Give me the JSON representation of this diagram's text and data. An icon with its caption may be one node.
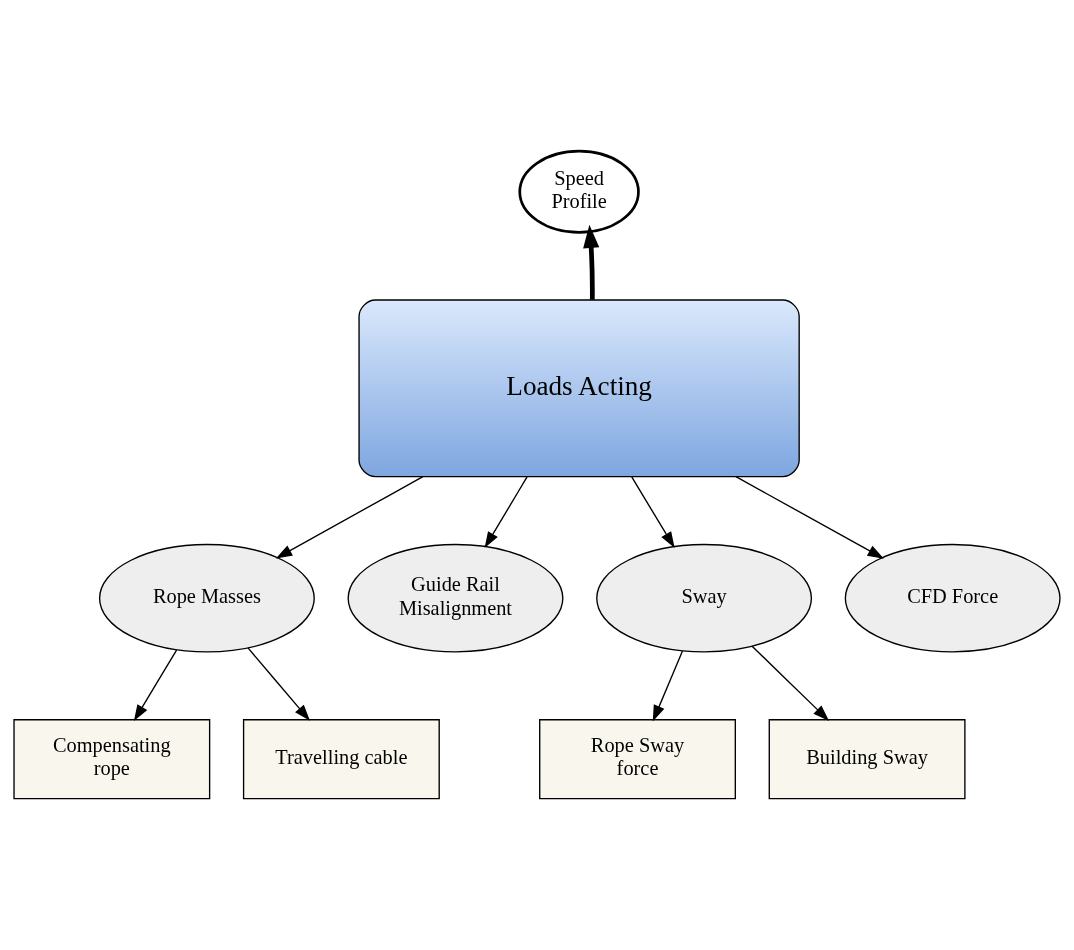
{
  "diagram": {
    "nodes": [
      {
        "text": [
          "Speed Profile"
        ]
      },
      {
        "text": [
          "Loads Acting"
        ]
      },
      {
        "text": [
          "Rope Masses"
        ]
      },
      {
        "text": [
          "Guide Rail Misalignment"
        ]
      },
      {
        "text": [
          "Sway"
        ]
      },
      {
        "text": [
          "CFD Force"
        ]
      },
      {
        "text": [
          "Compensating rope"
        ]
      },
      {
        "text": [
          "Travelling cable"
        ]
      },
      {
        "text": [
          "Rope Sway force"
        ]
      },
      {
        "text": [
          "Building Sway"
        ]
      }
    ],
    "edges": [
      {
        "from": 1,
        "to": 0,
        "arrow": "to",
        "style": "thick"
      },
      {
        "from": 1,
        "to": 2,
        "arrow": "to"
      },
      {
        "from": 1,
        "to": 3,
        "arrow": "to"
      },
      {
        "from": 1,
        "to": 4,
        "arrow": "to"
      },
      {
        "from": 1,
        "to": 5,
        "arrow": "to"
      },
      {
        "from": 2,
        "to": 6,
        "arrow": "to"
      },
      {
        "from": 2,
        "to": 7,
        "arrow": "to"
      },
      {
        "from": 4,
        "to": 8,
        "arrow": "to"
      },
      {
        "from": 4,
        "to": 9,
        "arrow": "to"
      }
    ]
  }
}
